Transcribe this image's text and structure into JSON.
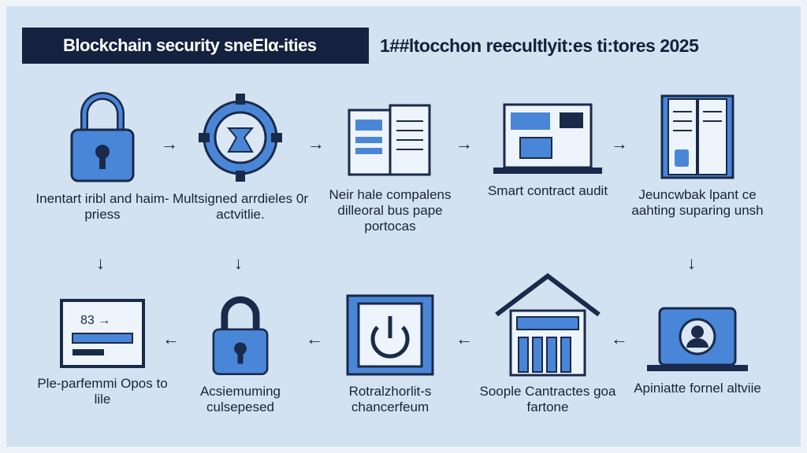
{
  "header": {
    "title": "Blockchain security sneElα-ities",
    "subtitle": "1##ltocchon reecultlyit:es ti:tores 2025"
  },
  "colors": {
    "accent": "#3a78d4",
    "navy": "#14213f",
    "line": "#1a2a4a",
    "background": "#d3e2f1"
  },
  "top_row": [
    {
      "icon": "padlock-icon",
      "label": "Inentart iribl and haim-priess"
    },
    {
      "icon": "gear-icon",
      "label": "Multsigned arrdieles 0r actvitlie."
    },
    {
      "icon": "document-icon",
      "label": "Neir hale compalens dilleoral bus pape portocas"
    },
    {
      "icon": "monitor-icon",
      "label": "Smart contract audit"
    },
    {
      "icon": "book-icon",
      "label": "Jeuncwbak lpant ce aahting suparing unsh"
    }
  ],
  "bottom_row": [
    {
      "icon": "card-icon",
      "label": "Ple-parfemmi Opos to lile"
    },
    {
      "icon": "padlock-icon",
      "label": "Acsiemuming culsepesed"
    },
    {
      "icon": "power-panel-icon",
      "label": "Rotralzhorlit-s chancerfeum"
    },
    {
      "icon": "bank-icon",
      "label": "Soople Cantractes goa fartone"
    },
    {
      "icon": "laptop-user-icon",
      "label": "Apiniatte fornel altviie"
    }
  ],
  "arrows": {
    "right": "→",
    "left": "←",
    "down": "↓"
  }
}
